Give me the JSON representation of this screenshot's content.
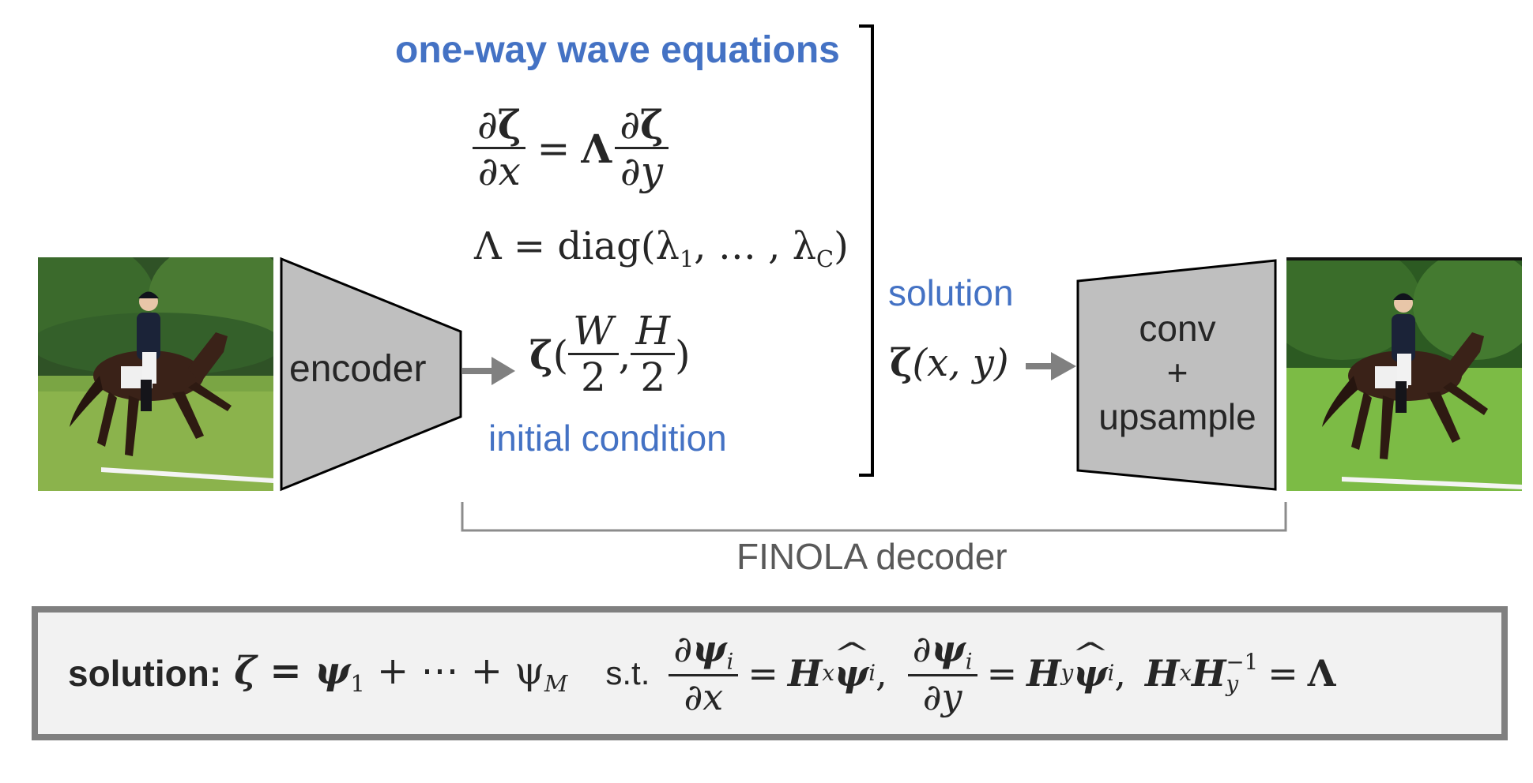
{
  "top": {
    "title": "one-way wave equations",
    "solution_label": "solution",
    "initial_label": "initial condition",
    "encoder_label": "encoder",
    "decoder_lines": [
      "conv",
      "+",
      "upsample"
    ],
    "finola_label": "FINOLA decoder"
  },
  "equations": {
    "lambda_def_prefix": "Λ = diag(λ",
    "lambda_def_mid": ", … , λ",
    "lambda_sub1": "1",
    "lambda_subC": "C",
    "init_W": "W",
    "init_H": "H",
    "init_den": "2",
    "sol_args": "(x, y)"
  },
  "bottom": {
    "label": "solution:",
    "st": "s.t.",
    "sum_left": "ζ = ψ",
    "sum_mid": " + ⋯ + ψ",
    "sub_1": "1",
    "sub_M": "M",
    "sub_i": "i"
  },
  "colors": {
    "accent_blue": "#4472c4",
    "shape_fill": "#bfbfbf",
    "arrow_gray": "#808080"
  },
  "icons": {
    "input": "horse-rider-photo",
    "output": "horse-rider-reconstructed-photo"
  }
}
